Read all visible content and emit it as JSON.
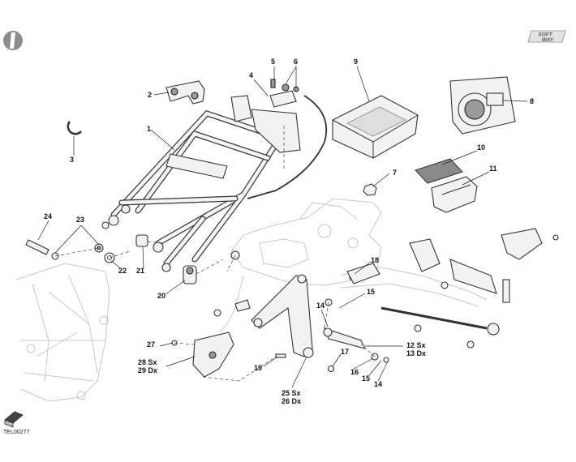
{
  "brand": {
    "line1": "SOFT",
    "line2": "WAY"
  },
  "drawing_code": "TEL00277",
  "callouts": [
    {
      "id": "c1",
      "label": "1"
    },
    {
      "id": "c2",
      "label": "2"
    },
    {
      "id": "c3",
      "label": "3"
    },
    {
      "id": "c4",
      "label": "4"
    },
    {
      "id": "c5",
      "label": "5"
    },
    {
      "id": "c6",
      "label": "6"
    },
    {
      "id": "c7",
      "label": "7"
    },
    {
      "id": "c8",
      "label": "8"
    },
    {
      "id": "c9",
      "label": "9"
    },
    {
      "id": "c10",
      "label": "10"
    },
    {
      "id": "c11",
      "label": "11"
    },
    {
      "id": "c12",
      "label": "12 Sx"
    },
    {
      "id": "c13",
      "label": "13 Dx"
    },
    {
      "id": "c14a",
      "label": "14"
    },
    {
      "id": "c14b",
      "label": "14"
    },
    {
      "id": "c15a",
      "label": "15"
    },
    {
      "id": "c15b",
      "label": "15"
    },
    {
      "id": "c16",
      "label": "16"
    },
    {
      "id": "c17",
      "label": "17"
    },
    {
      "id": "c18",
      "label": "18"
    },
    {
      "id": "c19",
      "label": "19"
    },
    {
      "id": "c20",
      "label": "20"
    },
    {
      "id": "c21",
      "label": "21"
    },
    {
      "id": "c22",
      "label": "22"
    },
    {
      "id": "c23",
      "label": "23"
    },
    {
      "id": "c24",
      "label": "24"
    },
    {
      "id": "c25",
      "label": "25 Sx"
    },
    {
      "id": "c26",
      "label": "26 Dx"
    },
    {
      "id": "c27",
      "label": "27"
    },
    {
      "id": "c28",
      "label": "28 Sx"
    },
    {
      "id": "c29",
      "label": "29 Dx"
    }
  ]
}
